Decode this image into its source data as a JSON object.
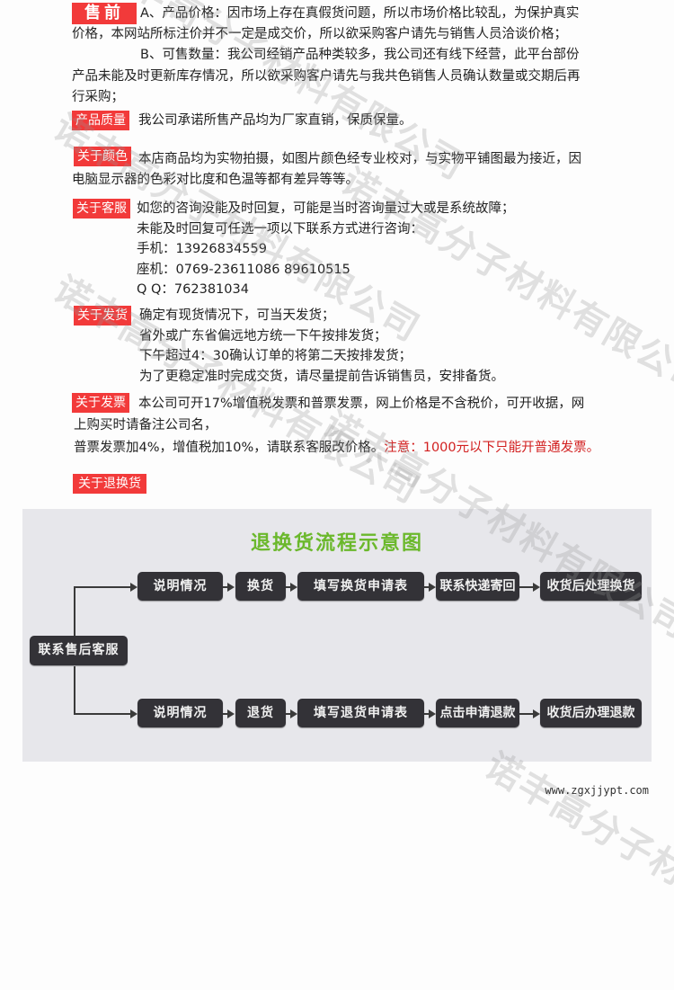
{
  "watermark": "诺丰高分子材料有限公司",
  "sections": {
    "presale": {
      "label": "售前",
      "line1": "A、产品价格：因市场上存在真假货问题，所以市场价格比较乱，为保护真实",
      "line2": "价格，本网站所标注价并不一定是成交价，所以欲采购客户请先与销售人员洽谈价格；",
      "line3": "B、可售数量：我公司经销产品种类较多，我公司还有线下经营，此平台部份",
      "line4": "产品未能及时更新库存情况，所以欲采购客户请先与我共色销售人员确认数量或交期后再",
      "line5": "行采购；"
    },
    "quality": {
      "label": "产品质量",
      "line1": "我公司承诺所售产品均为厂家直销，保质保量。"
    },
    "color": {
      "label": "关于颜色",
      "line1": "本店商品均为实物拍摄，如图片颜色经专业校对，与实物平铺图最为接近，因",
      "line2": "电脑显示器的色彩对比度和色温等都有差异等等。"
    },
    "service": {
      "label": "关于客服",
      "line1": "如您的咨询没能及时回复，可能是当时咨询量过大或是系统故障；",
      "line2": "未能及时回复可任选一项以下联系方式进行咨询：",
      "mobile": "手机：13926834559",
      "landline": "座机：0769-23611086 89610515",
      "qq": "Q Q：762381034"
    },
    "shipping": {
      "label": "关于发货",
      "line1": "确定有现货情况下，可当天发货；",
      "line2": "省外或广东省偏远地方统一下午按排发货；",
      "line3": "下午超过4：30确认订单的将第二天按排发货；",
      "line4": "为了更稳定准时完成交货，请尽量提前告诉销售员，安排备货。"
    },
    "invoice": {
      "label": "关于发票",
      "line1": "本公司可开17%增值税发票和普票发票，网上价格是不含税价，可开收据，网",
      "line2": "上购买时请备注公司名，",
      "line3": "普票发票加4%，增值税加10%，请联系客服改价格。",
      "notice": "注意：1000元以下只能开普通发票。"
    },
    "returns": {
      "label": "关于退换货"
    }
  },
  "flowchart": {
    "title": "退换货流程示意图",
    "start": "联系售后客服",
    "exchange_row": [
      "说明情况",
      "换货",
      "填写换货申请表",
      "联系快递寄回",
      "收货后处理换货"
    ],
    "return_row": [
      "说明情况",
      "退货",
      "填写退货申请表",
      "点击申请退款",
      "收货后办理退款"
    ]
  },
  "footer": {
    "url": "www.zgxjjypt.com"
  },
  "colors": {
    "label_bg": "#f23a3a",
    "notice_red": "#d21f1f",
    "flow_title_green": "#6bb82c",
    "flow_box_bg": "#333237",
    "panel_bg": "#e7e7eb"
  }
}
